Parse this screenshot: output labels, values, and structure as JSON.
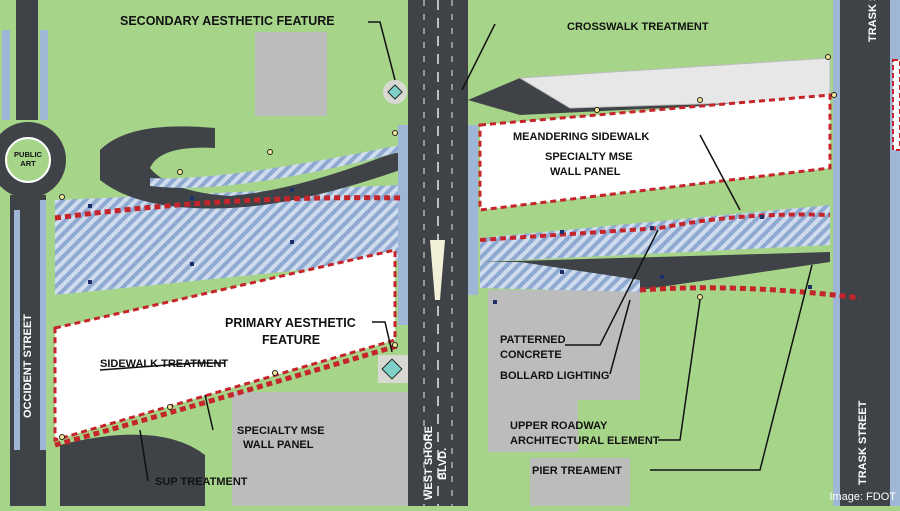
{
  "labels": {
    "secondary_feature": "SECONDARY AESTHETIC FEATURE",
    "crosswalk": "CROSSWALK TREATMENT",
    "public_art_1": "PUBLIC",
    "public_art_2": "ART",
    "meandering": "MEANDERING SIDEWALK",
    "mse_top_1": "SPECIALTY MSE",
    "mse_top_2": "WALL PANEL",
    "primary_1": "PRIMARY AESTHETIC",
    "primary_2": "FEATURE",
    "sidewalk_treatment": "SIDEWALK TREATMENT",
    "mse_bottom_1": "SPECIALTY MSE",
    "mse_bottom_2": "WALL PANEL",
    "sup": "SUP TREATMENT",
    "patterned_1": "PATTERNED",
    "patterned_2": "CONCRETE",
    "bollard": "BOLLARD LIGHTING",
    "upper_1": "UPPER ROADWAY",
    "upper_2": "ARCHITECTURAL ELEMENT",
    "pier": "PIER TREAMENT",
    "credit": "Image: FDOT"
  },
  "streets": {
    "occident": "OCCIDENT STREET",
    "west_shore_1": "WEST SHORE",
    "west_shore_2": "BLVD.",
    "trask_top": "TRASK ST",
    "trask_bottom": "TRASK STREET"
  },
  "colors": {
    "grass": "#a6d58a",
    "road": "#3f4347",
    "wall": "#c4242a",
    "hatch": "#9fb6d6",
    "building": "#bdbdbd"
  }
}
